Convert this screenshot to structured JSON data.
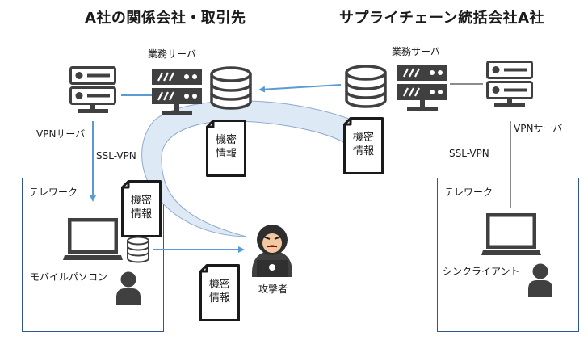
{
  "titles": {
    "left": "A社の関係会社・取引先",
    "right": "サプライチェーン統括会社A社"
  },
  "labels": {
    "business_server_left": "業務サーバ",
    "business_server_right": "業務サーバ",
    "vpn_server_left": "VPNサーバ",
    "vpn_server_right": "VPNサーバ",
    "ssl_vpn_left": "SSL-VPN",
    "ssl_vpn_right": "SSL-VPN",
    "telework_left": "テレワーク",
    "telework_right": "テレワーク",
    "mobile_pc": "モバイルパソコン",
    "thin_client": "シンクライアント",
    "attacker": "攻撃者"
  },
  "documents": {
    "left_server": "機密\n情報",
    "right_server": "機密\n情報",
    "laptop": "機密\n情報",
    "attacker": "機密\n情報"
  },
  "colors": {
    "arrow": "#5b9bd5",
    "flow_fill": "#dde9f4",
    "box_border": "#2f5597",
    "icon_dark": "#404040"
  }
}
